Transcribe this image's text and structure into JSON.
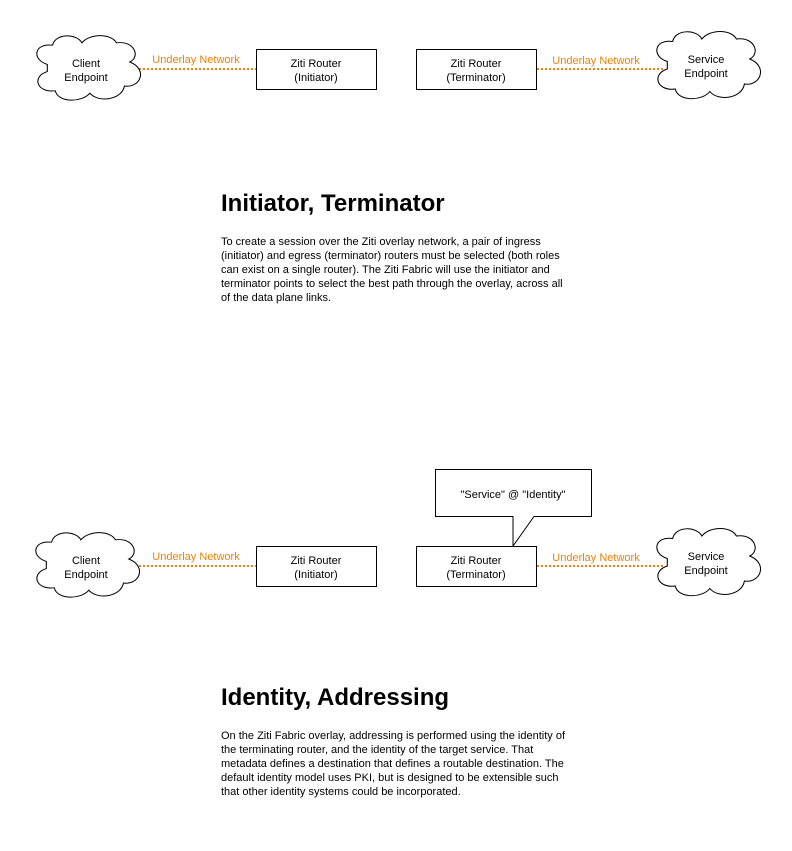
{
  "colors": {
    "link": "#e8830c",
    "stroke": "#000000",
    "fill": "#ffffff"
  },
  "diagram1": {
    "client": [
      "Client",
      "Endpoint"
    ],
    "link_left": "Underlay Network",
    "router_initiator": [
      "Ziti Router",
      "(Initiator)"
    ],
    "router_terminator": [
      "Ziti Router",
      "(Terminator)"
    ],
    "link_right": "Underlay Network",
    "service": [
      "Service",
      "Endpoint"
    ]
  },
  "section1": {
    "heading": "Initiator, Terminator",
    "body": "To create a session over the Ziti overlay network, a pair of ingress (initiator) and egress (terminator) routers must be selected (both roles can exist on a single router). The Ziti Fabric will use the initiator and terminator points to select the best path through the overlay, across all of the data plane links."
  },
  "diagram2": {
    "callout": "\"Service\" @ \"Identity\"",
    "client": [
      "Client",
      "Endpoint"
    ],
    "link_left": "Underlay Network",
    "router_initiator": [
      "Ziti Router",
      "(Initiator)"
    ],
    "router_terminator": [
      "Ziti Router",
      "(Terminator)"
    ],
    "link_right": "Underlay Network",
    "service": [
      "Service",
      "Endpoint"
    ]
  },
  "section2": {
    "heading": "Identity, Addressing",
    "body": "On the Ziti Fabric overlay, addressing is performed using the identity of the terminating router, and the identity of the target service. That metadata defines a destination that defines a routable destination. The default identity model uses PKI, but is designed to be extensible such that other identity systems could be incorporated."
  }
}
